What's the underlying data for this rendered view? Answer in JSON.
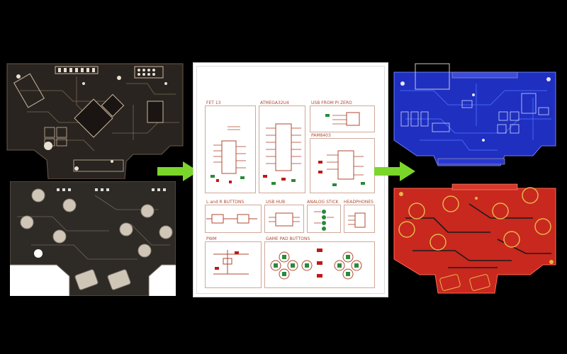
{
  "schematic": {
    "sections": [
      {
        "title": "FET 13"
      },
      {
        "title": "ATMEGA32U4"
      },
      {
        "title": "USB FROM PI ZERO"
      },
      {
        "title": "PAM8403"
      },
      {
        "title": "L and R BUTTONS"
      },
      {
        "title": "USB HUB"
      },
      {
        "title": "ANALOG STICK"
      },
      {
        "title": "HEADPHONES"
      },
      {
        "title": "PWM"
      },
      {
        "title": "GAME PAD BUTTONS"
      }
    ]
  },
  "colors": {
    "arrow": "#7bd62a",
    "board_dark": "#2a2420",
    "board_blue": "#1f2fc0",
    "board_red": "#c8281e",
    "schematic_text": "#b04a32"
  },
  "icons": {
    "arrow_left": "right-arrow-icon",
    "arrow_right": "right-arrow-icon"
  }
}
